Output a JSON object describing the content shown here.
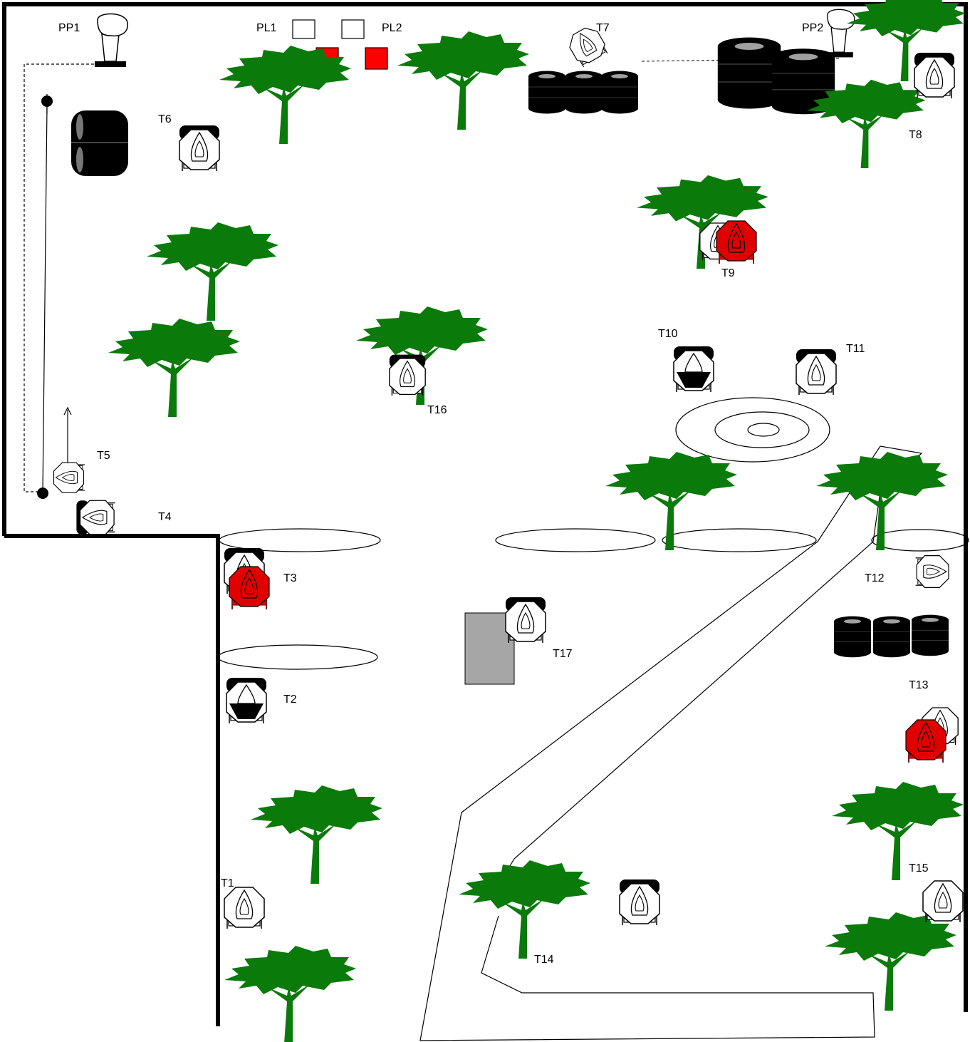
{
  "colors": {
    "wall": "#000000",
    "tree": "#0a7a0a",
    "target_white": "#ffffff",
    "target_red": "#e00000",
    "stand_dark": "#7a1a1a",
    "tire": "#000000",
    "pad": "#ff0000",
    "shed": "#a6a6a6"
  },
  "labels": {
    "pp1": "PP1",
    "pp2": "PP2",
    "pl1": "PL1",
    "pl2": "PL2",
    "t1": "T1",
    "t2": "T2",
    "t3": "T3",
    "t4": "T4",
    "t5": "T5",
    "t6": "T6",
    "t7": "T7",
    "t8": "T8",
    "t9": "T9",
    "t10": "T10",
    "t11": "T11",
    "t12": "T12",
    "t13": "T13",
    "t14": "T14",
    "t15": "T15",
    "t16": "T16",
    "t17": "T17"
  },
  "icons": {
    "tree": "tree-icon",
    "target": "steel-target-icon",
    "tires": "tire-stack-icon",
    "post": "shooting-post-icon"
  }
}
